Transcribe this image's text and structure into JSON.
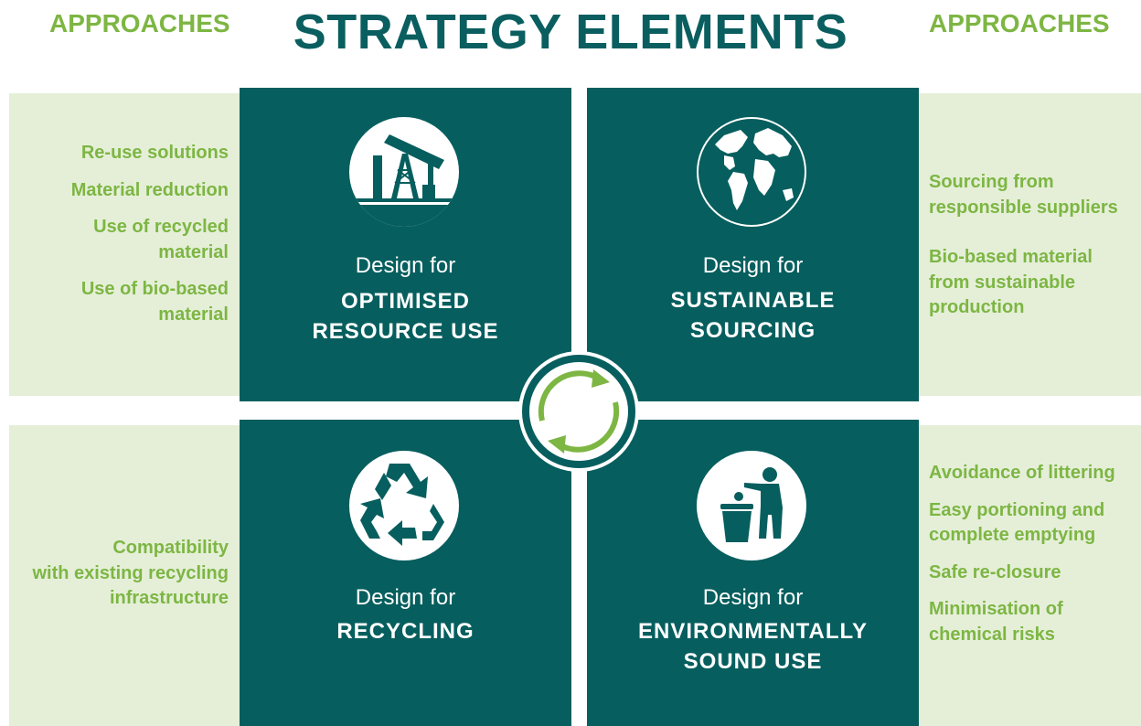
{
  "title": "STRATEGY ELEMENTS",
  "approaches_left_title": "APPROACHES",
  "approaches_right_title": "APPROACHES",
  "quadrants": [
    {
      "pre": "Design for",
      "main": "OPTIMISED\nRESOURCE USE",
      "icon": "oil-pump-icon",
      "approaches": [
        "Re-use solutions",
        "Material reduction",
        "Use of recycled\nmaterial",
        "Use of bio-based\nmaterial"
      ]
    },
    {
      "pre": "Design for",
      "main": "SUSTAINABLE\nSOURCING",
      "icon": "globe-icon",
      "approaches": [
        "Sourcing from\nresponsible suppliers",
        "Bio-based material\nfrom sustainable\nproduction"
      ]
    },
    {
      "pre": "Design for",
      "main": "RECYCLING",
      "icon": "recycle-icon",
      "approaches": [
        "Compatibility\nwith existing recycling\ninfrastructure"
      ]
    },
    {
      "pre": "Design for",
      "main": "ENVIRONMENTALLY\nSOUND USE",
      "icon": "tidy-man-icon",
      "approaches": [
        "Avoidance of littering",
        "Easy portioning and\ncomplete emptying",
        "Safe re-closure",
        "Minimisation of\nchemical risks"
      ]
    }
  ],
  "colors": {
    "dark_teal": "#075e5e",
    "title_teal": "#0a5e5f",
    "accent_green": "#7db643",
    "band_green": "#e5efd8"
  }
}
